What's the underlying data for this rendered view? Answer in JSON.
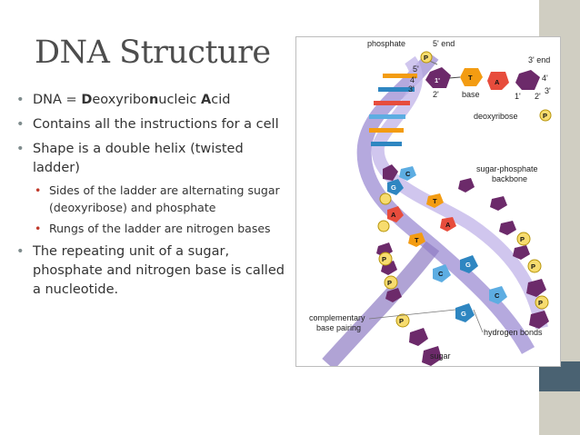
{
  "slide": {
    "title": "DNA Structure",
    "bullets": [
      {
        "pre": "DNA = ",
        "d": "D",
        "mid1": "eoxyribo",
        "n": "n",
        "mid2": "ucleic ",
        "a": "A",
        "post": "cid"
      },
      {
        "text": "Contains all the instructions for a cell"
      },
      {
        "text": "Shape is a double helix (twisted ladder)"
      },
      {
        "text": "Sides of the ladder are alternating sugar (deoxyribose) and phosphate"
      },
      {
        "text": "Rungs of the ladder are nitrogen bases"
      },
      {
        "text": "The repeating unit of a sugar, phosphate and nitrogen base is called a nucleotide."
      }
    ]
  },
  "figure": {
    "labels": {
      "phosphate": "phosphate",
      "five_end": "5' end",
      "three_end": "3' end",
      "base": "base",
      "deoxyribose": "deoxyribose",
      "backbone_line1": "sugar-phosphate",
      "backbone_line2": "backbone",
      "complementary_line1": "complementary",
      "complementary_line2": "base pairing",
      "hydrogen_bonds": "hydrogen bonds",
      "sugar": "sugar",
      "prime_5": "5'",
      "prime_4": "4'",
      "prime_3": "3'",
      "prime_2": "2'",
      "prime_1": "1'"
    },
    "bases": {
      "T": "T",
      "A": "A",
      "G": "G",
      "C": "C",
      "P": "P"
    },
    "colors": {
      "thymine": "#f39c12",
      "adenine": "#e74c3c",
      "guanine": "#2e86c1",
      "cytosine": "#5dade2",
      "sugar": "#6c2a6a",
      "phosphate": "#f7dc6f",
      "backbone": "#a89ad8"
    }
  }
}
